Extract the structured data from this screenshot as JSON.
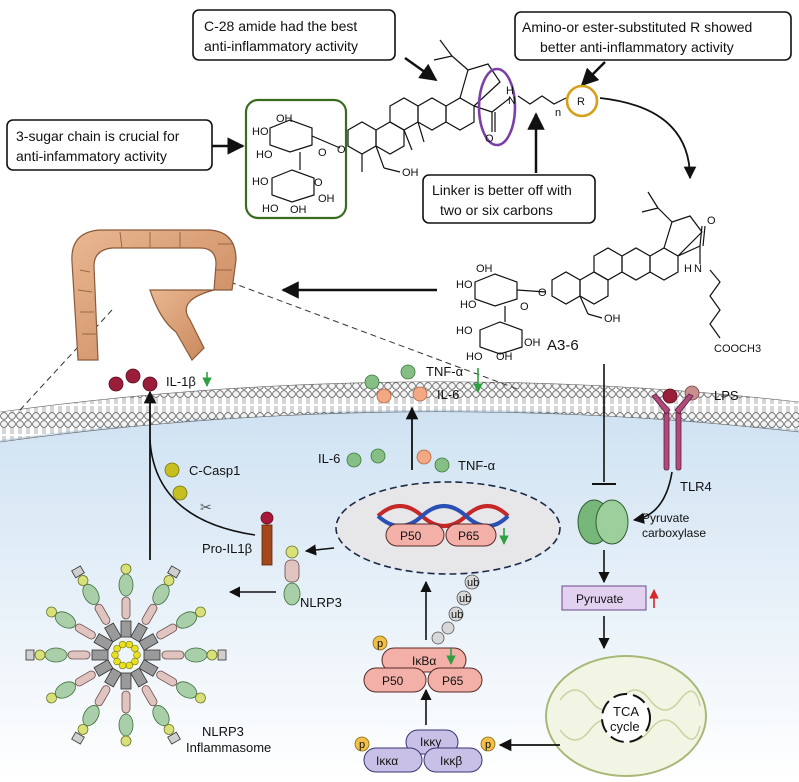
{
  "callouts": {
    "c28": [
      "C-28 amide had the best",
      "anti-inflammatory activity"
    ],
    "r_group": [
      "Amino-or ester-substituted R showed",
      "better anti-inflammatory activity"
    ],
    "sugar": [
      "3-sugar chain is crucial for",
      "anti-infammatory activity"
    ],
    "linker": [
      "Linker is better off with",
      "two or six carbons"
    ]
  },
  "chem": {
    "oh": "OH",
    "ho": "HO",
    "o": "O",
    "n_sub": "n",
    "r": "R",
    "h": "H",
    "n": "N",
    "cooch3": "COOCH3",
    "compound_name": "A3-6"
  },
  "labels": {
    "il1b": "IL-1β",
    "tnfa_top": "TNF-α",
    "il6_top": "IL-6",
    "lps": "LPS",
    "il6_inner": "IL-6",
    "tnfa_inner": "TNF-α",
    "c_casp1": "C-Casp1",
    "tlr4": "TLR4",
    "pyruvate_carboxylase": [
      "Pyruvate",
      "carboxylase"
    ],
    "pro_il1b": "Pro-IL1β",
    "p50": "P50",
    "p65": "P65",
    "pyruvate": "Pyruvate",
    "nlrp3": "NLRP3",
    "ub": "ub",
    "p": "p",
    "ikba": "IκBα",
    "nlrp3_inflammasome": [
      "NLRP3",
      "Inflammasome"
    ],
    "tca": [
      "TCA",
      "cycle"
    ],
    "ikkg": "Iκκγ",
    "ikka": "Iκκα",
    "ikkb": "Iκκβ"
  },
  "colors": {
    "down_arrow": "#2ea043",
    "up_arrow": "#d62828",
    "purple_ring": "#7b3fa8",
    "gold_ring": "#d4a017",
    "green_box": "#3a6b1f"
  }
}
